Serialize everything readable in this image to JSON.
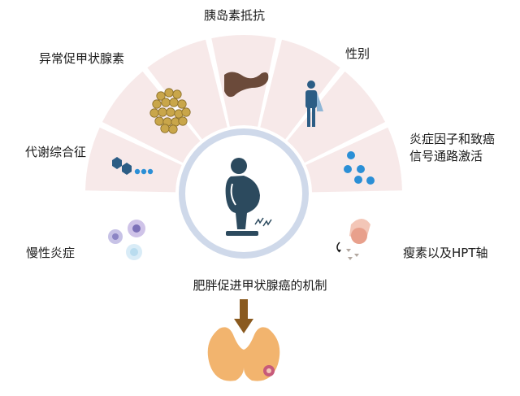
{
  "center_title": "肥胖促进甲状腺癌的机制",
  "segments": [
    {
      "id": "chronic-inflammation",
      "label": "慢性炎症"
    },
    {
      "id": "metabolic-syndrome",
      "label": "代谢综合征"
    },
    {
      "id": "abnormal-thyroid-hormone",
      "label": "异常促甲状腺素"
    },
    {
      "id": "insulin-resistance",
      "label": "胰岛素抵抗"
    },
    {
      "id": "gender",
      "label": "性别"
    },
    {
      "id": "inflammatory-signaling",
      "label_line1": "炎症因子和致癌",
      "label_line2": "信号通路激活"
    },
    {
      "id": "leptin-hpt",
      "label": "瘦素以及HPT轴"
    }
  ],
  "colors": {
    "segment_fill": "#f7e9e9",
    "center_ring": "#cfd9ea",
    "center_fill": "#ffffff",
    "person": "#2c4a5e",
    "arrow": "#8a5a1f",
    "thyroid": "#f2b46e",
    "pancreas": "#6b4a3a",
    "molecule": "#2c5d85",
    "dot_blue": "#2b8fd6"
  },
  "icons": [
    "macrophage-cells-icon",
    "molecule-chain-icon",
    "fat-cells-icon",
    "pancreas-icon",
    "gender-icon",
    "blue-dots-icon",
    "pituitary-gland-icon",
    "obese-person-on-scale-icon",
    "down-arrow-icon",
    "thyroid-gland-icon"
  ]
}
